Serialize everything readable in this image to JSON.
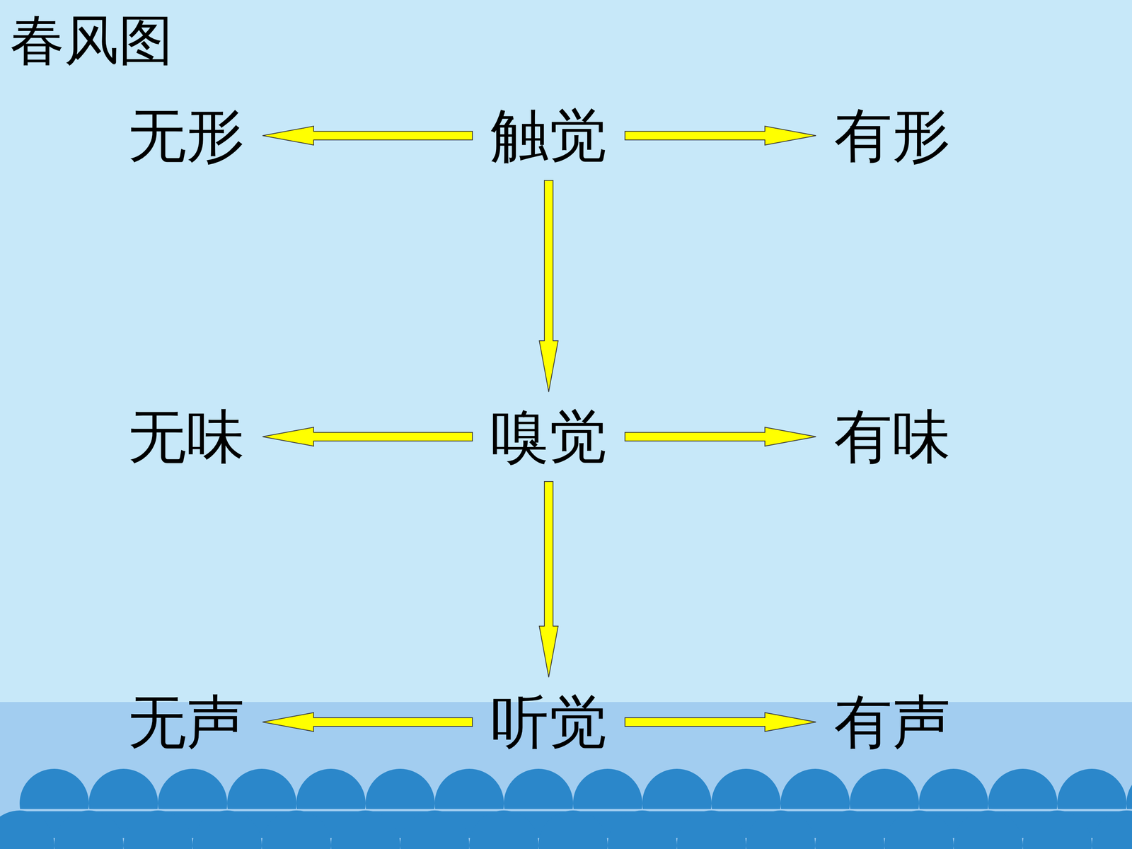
{
  "diagram": {
    "title": "春风图",
    "nodes": [
      {
        "text": [
          "无形"
        ]
      },
      {
        "text": [
          "触觉"
        ]
      },
      {
        "text": [
          "有形"
        ]
      },
      {
        "text": [
          "无味"
        ]
      },
      {
        "text": [
          "嗅觉"
        ]
      },
      {
        "text": [
          "有味"
        ]
      },
      {
        "text": [
          "无声"
        ]
      },
      {
        "text": [
          "听觉"
        ]
      },
      {
        "text": [
          "有声"
        ]
      }
    ],
    "edges": [
      {
        "from": 1,
        "to": 0,
        "arrow": "to"
      },
      {
        "from": 1,
        "to": 2,
        "arrow": "to"
      },
      {
        "from": 1,
        "to": 4,
        "arrow": "to"
      },
      {
        "from": 4,
        "to": 3,
        "arrow": "to"
      },
      {
        "from": 4,
        "to": 5,
        "arrow": "to"
      },
      {
        "from": 4,
        "to": 7,
        "arrow": "to"
      },
      {
        "from": 7,
        "to": 6,
        "arrow": "to"
      },
      {
        "from": 7,
        "to": 8,
        "arrow": "to"
      }
    ]
  }
}
